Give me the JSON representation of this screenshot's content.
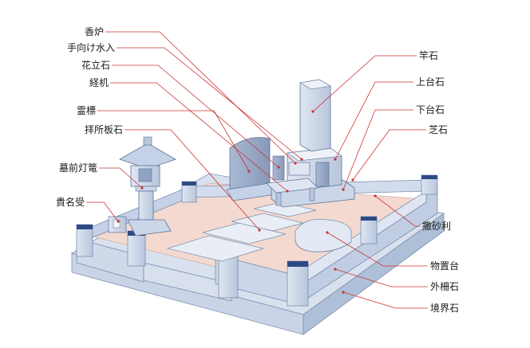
{
  "labels_left": [
    {
      "id": "koro",
      "text": "香炉"
    },
    {
      "id": "temizu",
      "text": "手向け水入"
    },
    {
      "id": "hanatate",
      "text": "花立石"
    },
    {
      "id": "kyozukue",
      "text": "経机"
    },
    {
      "id": "reihyo",
      "text": "霊標"
    },
    {
      "id": "haisho",
      "text": "拝所板石"
    },
    {
      "id": "toro",
      "text": "墓前灯篭"
    },
    {
      "id": "kimei",
      "text": "貴名受"
    }
  ],
  "labels_right": [
    {
      "id": "saoishi",
      "text": "竿石"
    },
    {
      "id": "jodai",
      "text": "上台石"
    },
    {
      "id": "gedai",
      "text": "下台石"
    },
    {
      "id": "shiba",
      "text": "芝石"
    },
    {
      "id": "jari",
      "text": "撒砂利"
    },
    {
      "id": "monooki",
      "text": "物置台"
    },
    {
      "id": "sotosaku",
      "text": "外柵石"
    },
    {
      "id": "kyokai",
      "text": "境界石"
    }
  ]
}
